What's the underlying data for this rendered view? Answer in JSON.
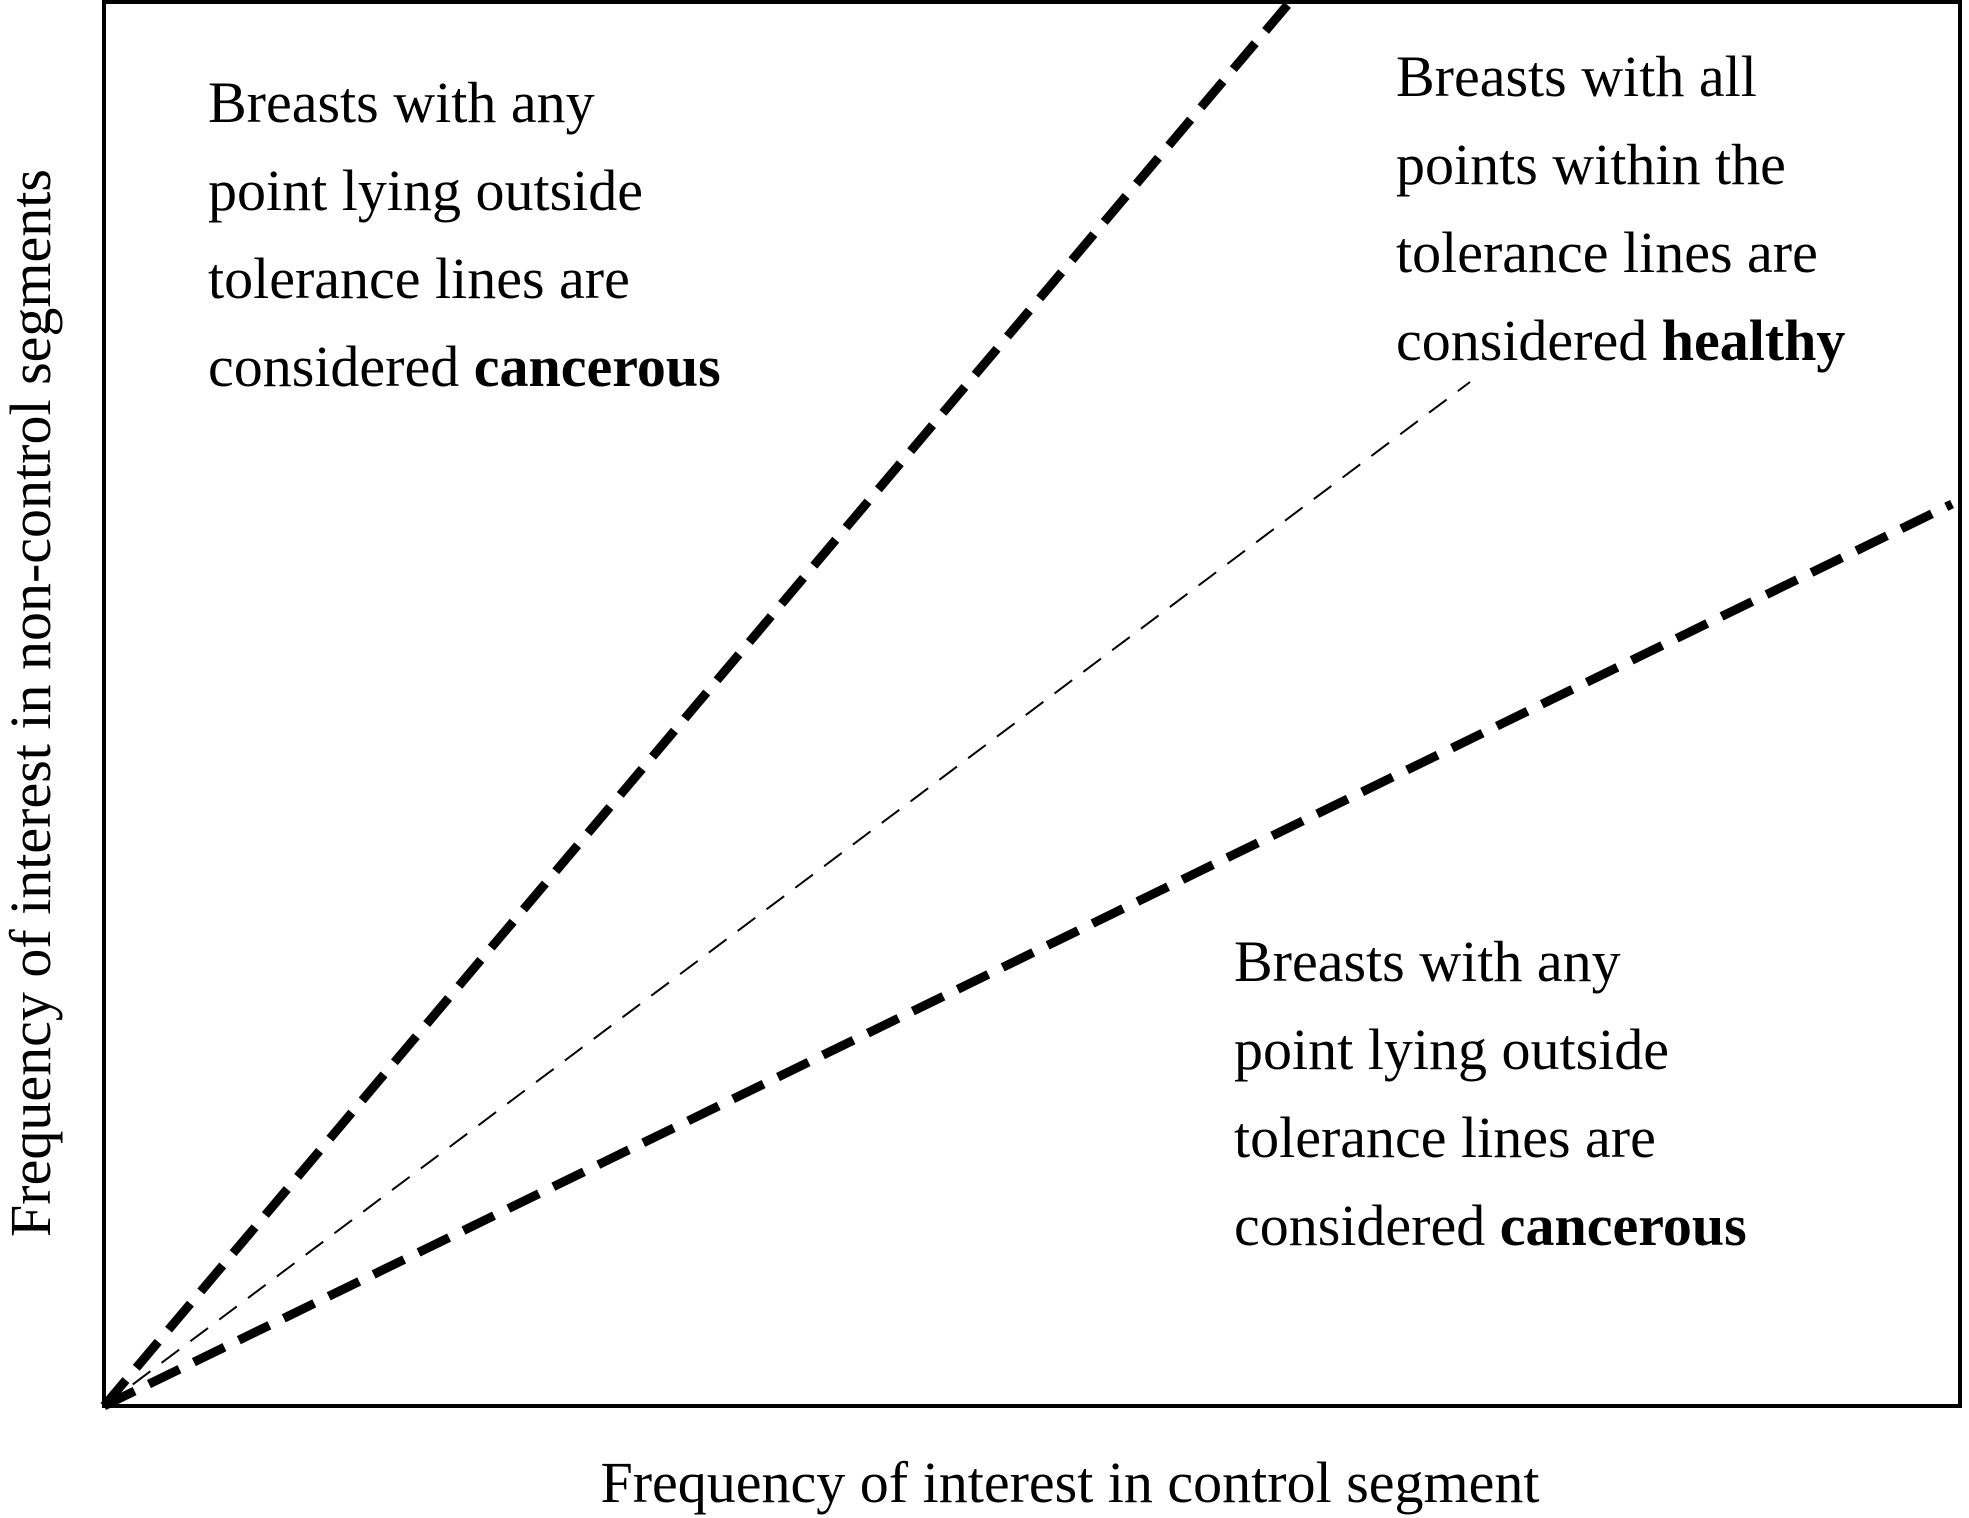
{
  "diagram": {
    "x_axis_label": "Frequency of interest in control segment",
    "y_axis_label": "Frequency of interest in non-control segments",
    "regions": {
      "upper_left": {
        "lines": [
          "Breasts with any",
          "point lying outside",
          "tolerance lines are"
        ],
        "last_line_prefix": "considered ",
        "last_line_emphasis": "cancerous"
      },
      "middle": {
        "lines": [
          "Breasts with all",
          "points within the",
          "tolerance lines are"
        ],
        "last_line_prefix": "considered ",
        "last_line_emphasis": "healthy"
      },
      "lower_right": {
        "lines": [
          "Breasts with any",
          "point lying outside",
          "tolerance lines are"
        ],
        "last_line_prefix": "considered ",
        "last_line_emphasis": "cancerous"
      }
    },
    "lines": {
      "upper_tolerance": "thick-dashed",
      "center_reference": "thin-dashed",
      "lower_tolerance": "thick-dashed"
    },
    "colors": {
      "ink": "#000000",
      "background": "#ffffff"
    }
  }
}
